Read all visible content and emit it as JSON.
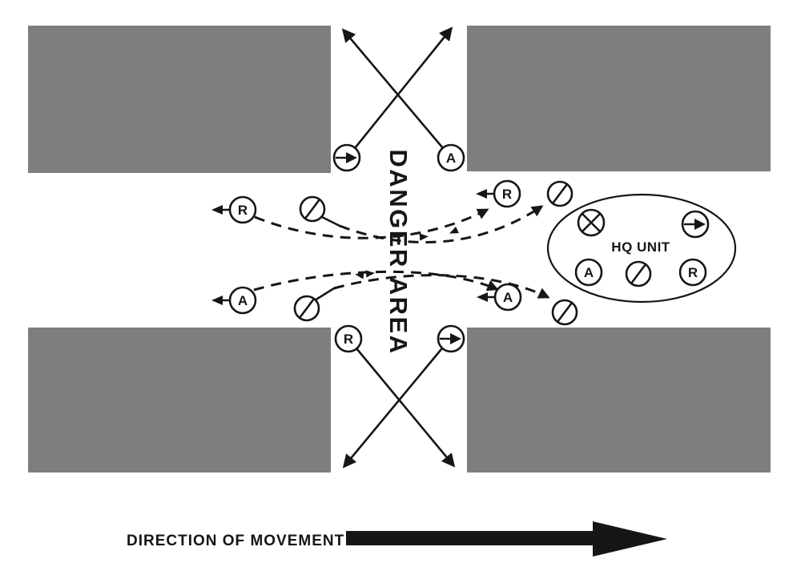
{
  "figure": {
    "danger_area_label": "DANGER AREA",
    "hq_unit_label": "HQ UNIT",
    "direction_label": "DIRECTION OF MOVEMENT",
    "symbol_letters": {
      "a": "A",
      "r": "R"
    },
    "symbol_glyphs": [
      "circle-a",
      "circle-r",
      "circle-right-arrow",
      "circle-slash",
      "circle-x"
    ],
    "colors": {
      "block_gray": "#7e7e7e",
      "line": "#161616",
      "background": "#ffffff"
    }
  }
}
